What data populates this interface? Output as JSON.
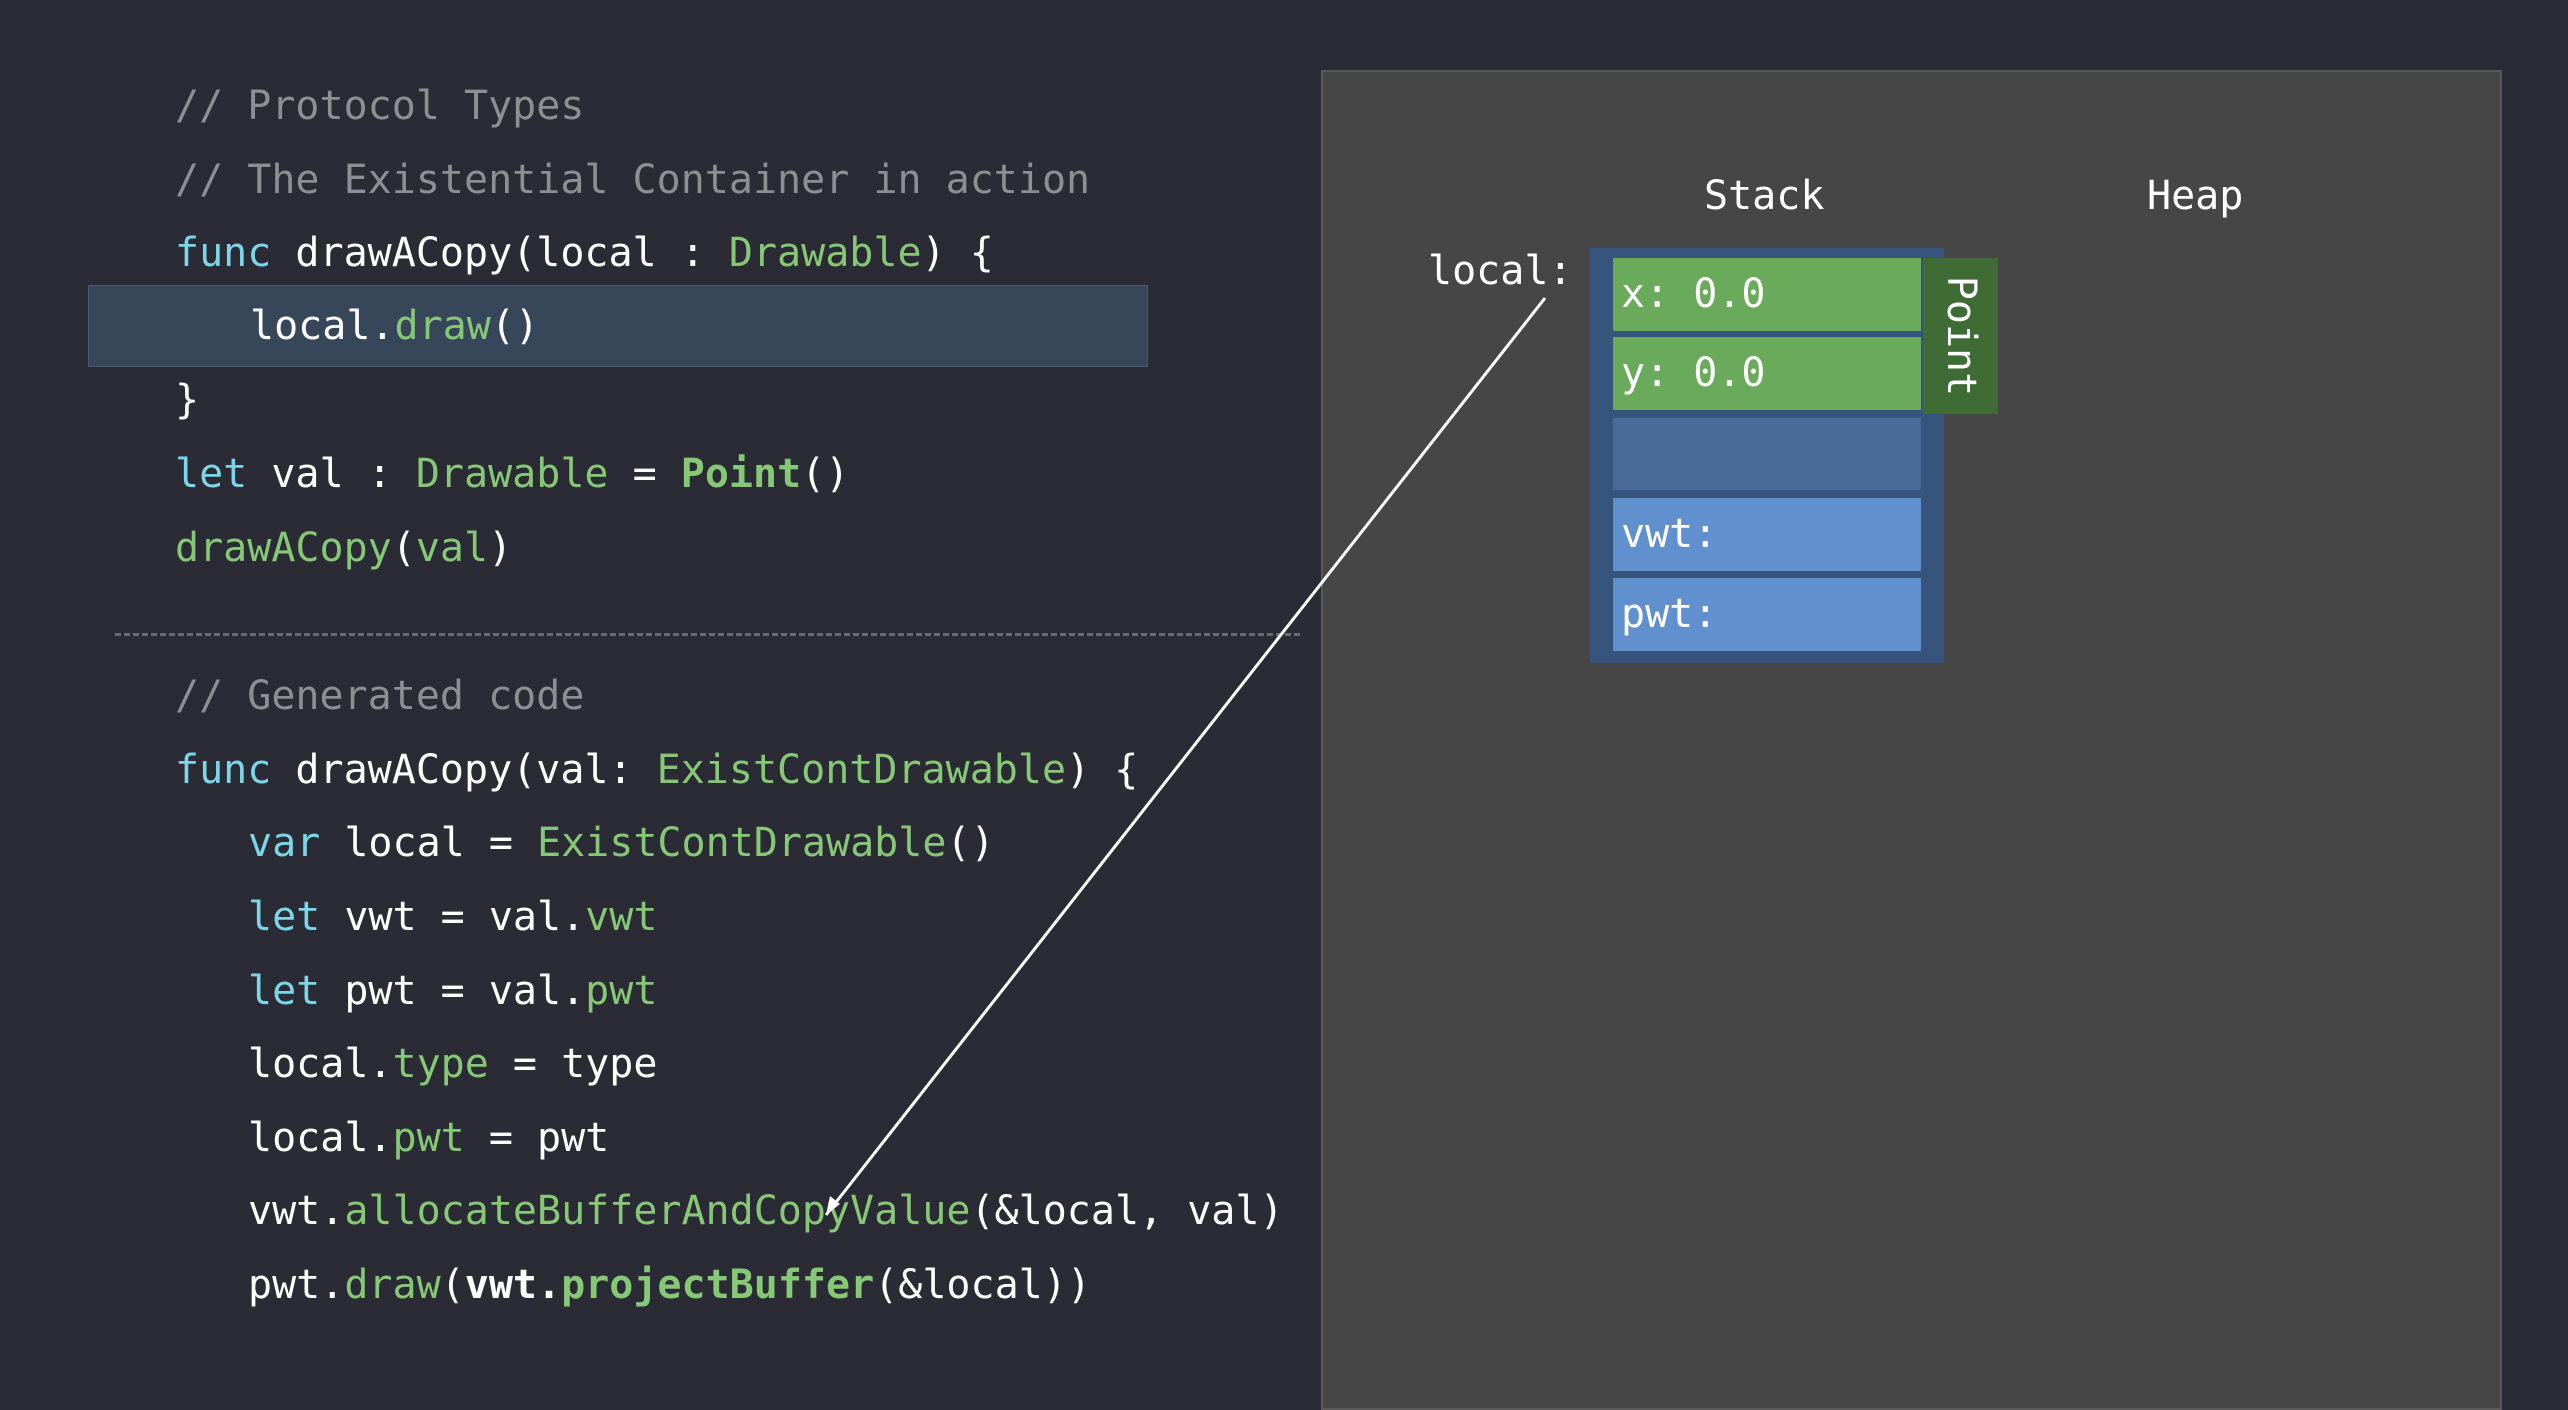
{
  "code_top": {
    "comment1": "// Protocol Types",
    "comment2": "// The Existential Container in action",
    "line3": {
      "kw": "func",
      "text1": " drawACopy(local : ",
      "type": "Drawable",
      "text2": ") {"
    },
    "line4": {
      "text1": "local.",
      "method": "draw",
      "text2": "()"
    },
    "line5": "}",
    "line6": {
      "kw": "let",
      "text1": " val : ",
      "type": "Drawable",
      "text2": " = ",
      "call": "Point",
      "text3": "()"
    },
    "line7": {
      "call": "drawACopy",
      "text1": "(",
      "arg": "val",
      "text2": ")"
    }
  },
  "code_bottom": {
    "comment": "// Generated code",
    "line1": {
      "kw": "func",
      "text1": " drawACopy(val: ",
      "type": "ExistContDrawable",
      "text2": ") {"
    },
    "line2": {
      "kw": "var",
      "text1": " local = ",
      "type": "ExistContDrawable",
      "text2": "()"
    },
    "line3": {
      "kw": "let",
      "text1": " vwt = val.",
      "prop": "vwt"
    },
    "line4": {
      "kw": "let",
      "text1": " pwt = val.",
      "prop": "pwt"
    },
    "line5": {
      "text1": "local.",
      "prop": "type",
      "text2": " = type"
    },
    "line6": {
      "text1": "local.",
      "prop": "pwt",
      "text2": " = pwt"
    },
    "line7": {
      "text1": "vwt.",
      "method": "allocateBufferAndCopyValue",
      "text2": "(&local, val)"
    },
    "line8": {
      "text1": "pwt.",
      "method": "draw",
      "text2": "(",
      "bold1": "vwt.",
      "bold2": "projectBuffer",
      "text3": "(&local))"
    }
  },
  "diagram": {
    "stack_label": "Stack",
    "heap_label": "Heap",
    "local_label": "local:",
    "cells": {
      "x": "x: 0.0",
      "y": "y: 0.0",
      "empty": "",
      "vwt": "vwt:",
      "pwt": "pwt:"
    },
    "type_tag": "Point"
  },
  "colors": {
    "background": "#2a2b34",
    "keyword": "#7ad6e8",
    "type": "#86c875",
    "comment": "#8e8e93",
    "highlight": "#374659",
    "panel": "#464646",
    "container": "#37547c",
    "value_cell": "#6aaa5b",
    "meta_cell": "#6190cf",
    "type_tag": "#3f6b35"
  }
}
